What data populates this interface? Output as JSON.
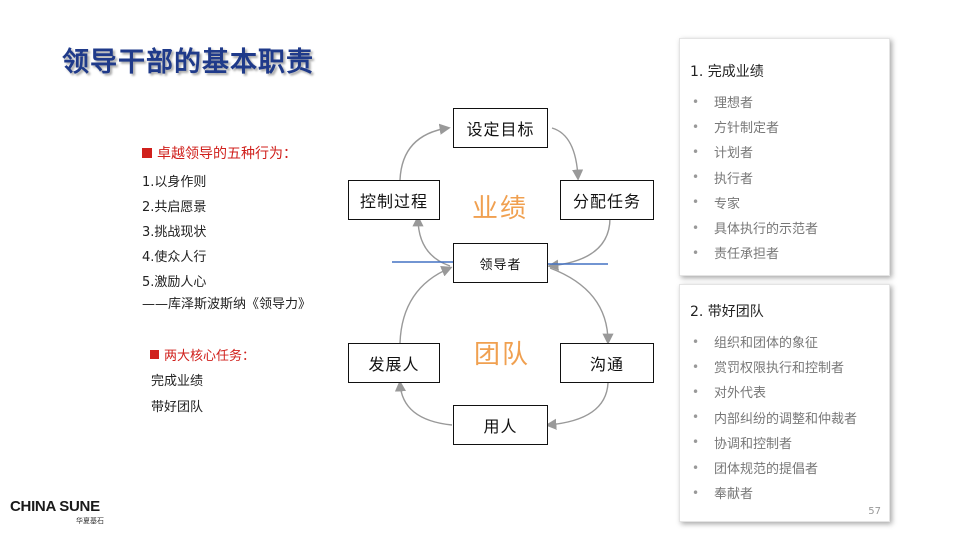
{
  "title": "领导干部的基本职责",
  "left": {
    "section1_title": "卓越领导的五种行为：",
    "behaviors": [
      "1.以身作则",
      "2.共启愿景",
      "3.挑战现状",
      "4.使众人行",
      "5.激励人心"
    ],
    "quote": "——库泽斯波斯纳《领导力》",
    "section2_title": "两大核心任务：",
    "core_tasks": [
      "完成业绩",
      "带好团队"
    ]
  },
  "diagram": {
    "nodes": {
      "set_goals": "设定目标",
      "control_process": "控制过程",
      "assign_tasks": "分配任务",
      "leader": "领导者",
      "develop_people": "发展人",
      "communicate": "沟通",
      "employ_people": "用人"
    },
    "label_performance": "业绩",
    "label_team": "团队"
  },
  "panel1": {
    "heading": "1. 完成业绩",
    "items": [
      "理想者",
      "方针制定者",
      "计划者",
      "执行者",
      "专家",
      "具体执行的示范者",
      "责任承担者"
    ]
  },
  "panel2": {
    "heading": "2. 带好团队",
    "items": [
      "组织和团体的象征",
      "赏罚权限执行和控制者",
      "对外代表",
      "内部纠纷的调整和仲裁者",
      "协调和控制者",
      "团体规范的提倡者",
      "奉献者"
    ],
    "page_number": "57"
  },
  "logo": {
    "text": "CHINA SUNE",
    "subtext": "华夏基石"
  },
  "colors": {
    "title": "#1f3a8a",
    "accent_red": "#d0201c",
    "orange_label": "#f0a050",
    "blue_line": "#4472c4"
  }
}
